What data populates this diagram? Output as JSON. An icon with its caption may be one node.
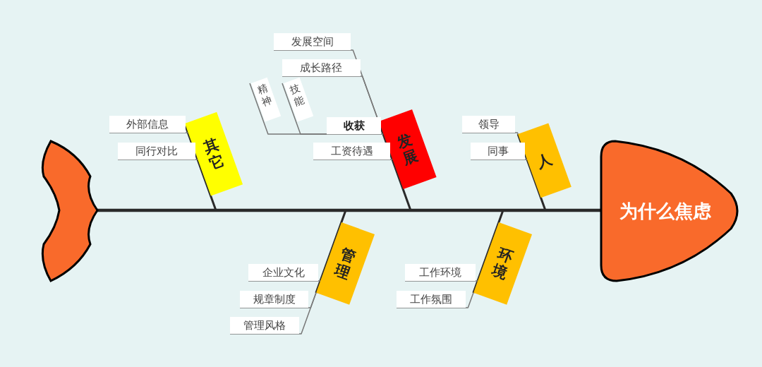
{
  "diagram": {
    "nodes": [
      {
        "text": [],
        "shape": "tail"
      },
      {
        "text": [
          "为什么焦虑"
        ]
      },
      {
        "text": [
          "其它"
        ]
      },
      {
        "text": [
          "外部信息"
        ]
      },
      {
        "text": [
          "同行对比"
        ]
      },
      {
        "text": [
          "发展"
        ]
      },
      {
        "text": [
          "发展空间"
        ]
      },
      {
        "text": [
          "成长路径"
        ]
      },
      {
        "text": [
          "收获"
        ]
      },
      {
        "text": [
          "精神"
        ]
      },
      {
        "text": [
          "技能"
        ]
      },
      {
        "text": [
          "工资待遇"
        ]
      },
      {
        "text": [
          "人"
        ]
      },
      {
        "text": [
          "领导"
        ]
      },
      {
        "text": [
          "同事"
        ]
      },
      {
        "text": [
          "管理"
        ]
      },
      {
        "text": [
          "企业文化"
        ]
      },
      {
        "text": [
          "规章制度"
        ]
      },
      {
        "text": [
          "管理风格"
        ]
      },
      {
        "text": [
          "环境"
        ]
      },
      {
        "text": [
          "工作环境"
        ]
      },
      {
        "text": [
          "工作氛围"
        ]
      }
    ],
    "edges": [
      {
        "from": 0,
        "to": 1,
        "arrow": "none",
        "style": "thick"
      },
      {
        "from": 2,
        "to": 1,
        "arrow": "none",
        "style": "thick"
      },
      {
        "from": 3,
        "to": 2,
        "arrow": "none"
      },
      {
        "from": 4,
        "to": 2,
        "arrow": "none"
      },
      {
        "from": 5,
        "to": 1,
        "arrow": "none",
        "style": "thick"
      },
      {
        "from": 6,
        "to": 5,
        "arrow": "none"
      },
      {
        "from": 7,
        "to": 5,
        "arrow": "none"
      },
      {
        "from": 8,
        "to": 5,
        "arrow": "none"
      },
      {
        "from": 9,
        "to": 8,
        "arrow": "none"
      },
      {
        "from": 10,
        "to": 8,
        "arrow": "none"
      },
      {
        "from": 11,
        "to": 5,
        "arrow": "none"
      },
      {
        "from": 12,
        "to": 1,
        "arrow": "none",
        "style": "thick"
      },
      {
        "from": 13,
        "to": 12,
        "arrow": "none"
      },
      {
        "from": 14,
        "to": 12,
        "arrow": "none"
      },
      {
        "from": 15,
        "to": 1,
        "arrow": "none",
        "style": "thick"
      },
      {
        "from": 16,
        "to": 15,
        "arrow": "none"
      },
      {
        "from": 17,
        "to": 15,
        "arrow": "none"
      },
      {
        "from": 18,
        "to": 15,
        "arrow": "none"
      },
      {
        "from": 19,
        "to": 1,
        "arrow": "none",
        "style": "thick"
      },
      {
        "from": 20,
        "to": 19,
        "arrow": "none"
      },
      {
        "from": 21,
        "to": 19,
        "arrow": "none"
      }
    ]
  }
}
